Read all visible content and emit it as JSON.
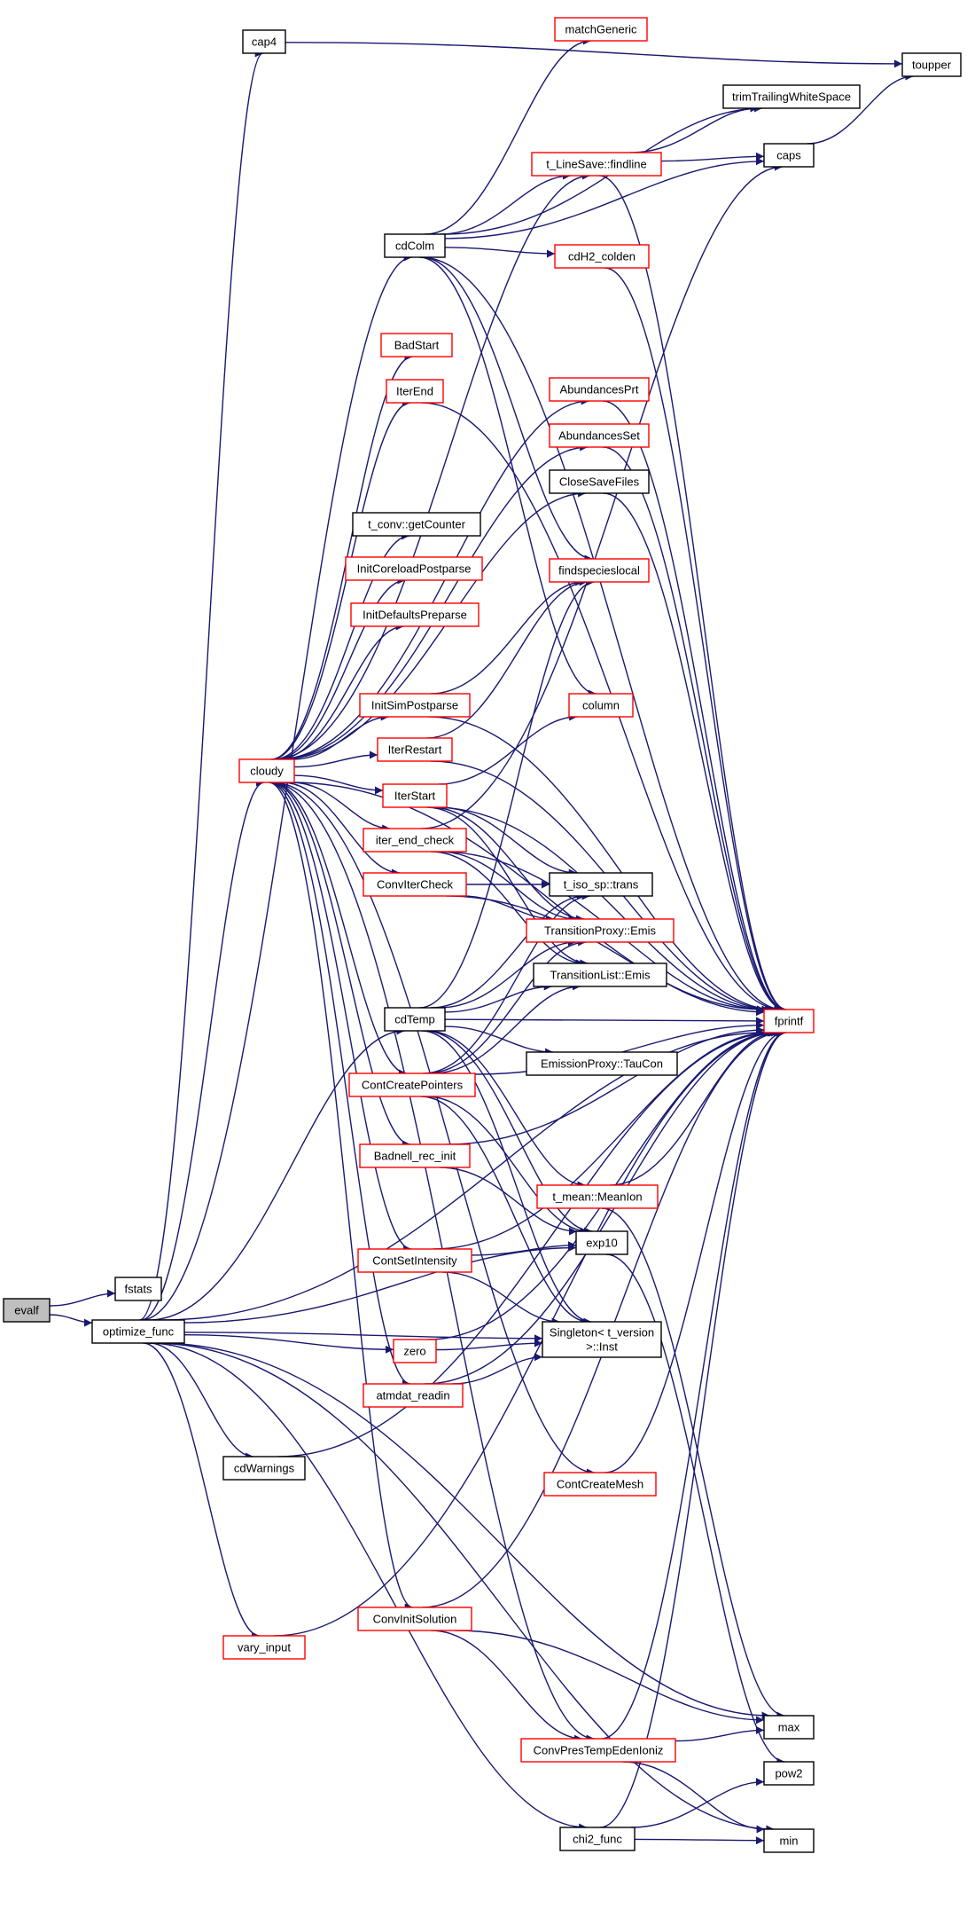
{
  "colors": {
    "edge": "#191970",
    "border_plain": "#000000",
    "border_link": "#ff0000",
    "root_fill": "#bfbfbf",
    "fill": "#ffffff"
  },
  "nodes": [
    {
      "id": "evalf",
      "label": "evalf",
      "style": "root"
    },
    {
      "id": "fstats",
      "label": "fstats",
      "style": "plain"
    },
    {
      "id": "optimize_func",
      "label": "optimize_func",
      "style": "plain"
    },
    {
      "id": "cap4",
      "label": "cap4",
      "style": "plain"
    },
    {
      "id": "toupper",
      "label": "toupper",
      "style": "plain"
    },
    {
      "id": "matchGeneric",
      "label": "matchGeneric",
      "style": "link"
    },
    {
      "id": "trimTrailingWhiteSpace",
      "label": "trimTrailingWhiteSpace",
      "style": "plain"
    },
    {
      "id": "findline",
      "label": "t_LineSave::findline",
      "style": "link"
    },
    {
      "id": "caps",
      "label": "caps",
      "style": "plain"
    },
    {
      "id": "cdColm",
      "label": "cdColm",
      "style": "plain"
    },
    {
      "id": "cdH2_colden",
      "label": "cdH2_colden",
      "style": "link"
    },
    {
      "id": "BadStart",
      "label": "BadStart",
      "style": "link"
    },
    {
      "id": "IterEnd",
      "label": "IterEnd",
      "style": "link"
    },
    {
      "id": "AbundancesPrt",
      "label": "AbundancesPrt",
      "style": "link"
    },
    {
      "id": "AbundancesSet",
      "label": "AbundancesSet",
      "style": "link"
    },
    {
      "id": "CloseSaveFiles",
      "label": "CloseSaveFiles",
      "style": "plain"
    },
    {
      "id": "getCounter",
      "label": "t_conv::getCounter",
      "style": "plain"
    },
    {
      "id": "InitCoreloadPostparse",
      "label": "InitCoreloadPostparse",
      "style": "link"
    },
    {
      "id": "findspecieslocal",
      "label": "findspecieslocal",
      "style": "link"
    },
    {
      "id": "InitDefaultsPreparse",
      "label": "InitDefaultsPreparse",
      "style": "link"
    },
    {
      "id": "InitSimPostparse",
      "label": "InitSimPostparse",
      "style": "link"
    },
    {
      "id": "column",
      "label": "column",
      "style": "link"
    },
    {
      "id": "IterRestart",
      "label": "IterRestart",
      "style": "link"
    },
    {
      "id": "cloudy",
      "label": "cloudy",
      "style": "link"
    },
    {
      "id": "IterStart",
      "label": "IterStart",
      "style": "link"
    },
    {
      "id": "iter_end_check",
      "label": "iter_end_check",
      "style": "link"
    },
    {
      "id": "trans",
      "label": "t_iso_sp::trans",
      "style": "plain"
    },
    {
      "id": "ConvIterCheck",
      "label": "ConvIterCheck",
      "style": "link"
    },
    {
      "id": "TPEmis",
      "label": "TransitionProxy::Emis",
      "style": "link"
    },
    {
      "id": "TLEmis",
      "label": "TransitionList::Emis",
      "style": "plain"
    },
    {
      "id": "cdTemp",
      "label": "cdTemp",
      "style": "plain"
    },
    {
      "id": "fprintf",
      "label": "fprintf",
      "style": "link"
    },
    {
      "id": "TauCon",
      "label": "EmissionProxy::TauCon",
      "style": "plain"
    },
    {
      "id": "ContCreatePointers",
      "label": "ContCreatePointers",
      "style": "link"
    },
    {
      "id": "Badnell_rec_init",
      "label": "Badnell_rec_init",
      "style": "link"
    },
    {
      "id": "MeanIon",
      "label": "t_mean::MeanIon",
      "style": "link"
    },
    {
      "id": "exp10",
      "label": "exp10",
      "style": "plain"
    },
    {
      "id": "ContSetIntensity",
      "label": "ContSetIntensity",
      "style": "link"
    },
    {
      "id": "Inst",
      "label": "Singleton< t_version\n>::Inst",
      "style": "plain"
    },
    {
      "id": "zero",
      "label": "zero",
      "style": "link"
    },
    {
      "id": "atmdat_readin",
      "label": "atmdat_readin",
      "style": "link"
    },
    {
      "id": "cdWarnings",
      "label": "cdWarnings",
      "style": "plain"
    },
    {
      "id": "ContCreateMesh",
      "label": "ContCreateMesh",
      "style": "link"
    },
    {
      "id": "ConvInitSolution",
      "label": "ConvInitSolution",
      "style": "link"
    },
    {
      "id": "vary_input",
      "label": "vary_input",
      "style": "link"
    },
    {
      "id": "max",
      "label": "max",
      "style": "plain"
    },
    {
      "id": "ConvPresTempEdenIoniz",
      "label": "ConvPresTempEdenIoniz",
      "style": "link"
    },
    {
      "id": "pow2",
      "label": "pow2",
      "style": "plain"
    },
    {
      "id": "chi2_func",
      "label": "chi2_func",
      "style": "plain"
    },
    {
      "id": "min",
      "label": "min",
      "style": "plain"
    }
  ],
  "edges": [
    [
      "evalf",
      "fstats"
    ],
    [
      "evalf",
      "optimize_func"
    ],
    [
      "optimize_func",
      "cap4"
    ],
    [
      "optimize_func",
      "cdColm"
    ],
    [
      "optimize_func",
      "cloudy"
    ],
    [
      "optimize_func",
      "cdTemp"
    ],
    [
      "optimize_func",
      "exp10"
    ],
    [
      "optimize_func",
      "Inst"
    ],
    [
      "optimize_func",
      "zero"
    ],
    [
      "optimize_func",
      "cdWarnings"
    ],
    [
      "optimize_func",
      "fprintf"
    ],
    [
      "optimize_func",
      "vary_input"
    ],
    [
      "optimize_func",
      "max"
    ],
    [
      "optimize_func",
      "chi2_func"
    ],
    [
      "optimize_func",
      "min"
    ],
    [
      "cap4",
      "toupper"
    ],
    [
      "caps",
      "toupper"
    ],
    [
      "cdColm",
      "matchGeneric"
    ],
    [
      "cdColm",
      "trimTrailingWhiteSpace"
    ],
    [
      "cdColm",
      "caps"
    ],
    [
      "cdColm",
      "findline"
    ],
    [
      "cdColm",
      "cdH2_colden"
    ],
    [
      "cdColm",
      "fprintf"
    ],
    [
      "cdColm",
      "findspecieslocal"
    ],
    [
      "cdColm",
      "column"
    ],
    [
      "findline",
      "trimTrailingWhiteSpace"
    ],
    [
      "findline",
      "caps"
    ],
    [
      "findline",
      "fprintf"
    ],
    [
      "cdH2_colden",
      "fprintf"
    ],
    [
      "cloudy",
      "BadStart"
    ],
    [
      "cloudy",
      "IterEnd"
    ],
    [
      "cloudy",
      "AbundancesPrt"
    ],
    [
      "cloudy",
      "AbundancesSet"
    ],
    [
      "cloudy",
      "getCounter"
    ],
    [
      "cloudy",
      "InitCoreloadPostparse"
    ],
    [
      "cloudy",
      "InitDefaultsPreparse"
    ],
    [
      "cloudy",
      "InitSimPostparse"
    ],
    [
      "cloudy",
      "IterRestart"
    ],
    [
      "cloudy",
      "IterStart"
    ],
    [
      "cloudy",
      "iter_end_check"
    ],
    [
      "cloudy",
      "ConvIterCheck"
    ],
    [
      "cloudy",
      "ContCreatePointers"
    ],
    [
      "cloudy",
      "Badnell_rec_init"
    ],
    [
      "cloudy",
      "ContSetIntensity"
    ],
    [
      "cloudy",
      "atmdat_readin"
    ],
    [
      "cloudy",
      "ContCreateMesh"
    ],
    [
      "cloudy",
      "ConvInitSolution"
    ],
    [
      "cloudy",
      "ConvPresTempEdenIoniz"
    ],
    [
      "cloudy",
      "fprintf"
    ],
    [
      "cloudy",
      "CloseSaveFiles"
    ],
    [
      "cloudy",
      "findline"
    ],
    [
      "IterEnd",
      "fprintf"
    ],
    [
      "AbundancesPrt",
      "fprintf"
    ],
    [
      "AbundancesSet",
      "fprintf"
    ],
    [
      "CloseSaveFiles",
      "fprintf"
    ],
    [
      "InitSimPostparse",
      "findspecieslocal"
    ],
    [
      "InitSimPostparse",
      "fprintf"
    ],
    [
      "IterRestart",
      "findspecieslocal"
    ],
    [
      "IterRestart",
      "fprintf"
    ],
    [
      "IterStart",
      "fprintf"
    ],
    [
      "IterStart",
      "column"
    ],
    [
      "IterStart",
      "trans"
    ],
    [
      "IterStart",
      "TPEmis"
    ],
    [
      "IterStart",
      "TLEmis"
    ],
    [
      "iter_end_check",
      "fprintf"
    ],
    [
      "iter_end_check",
      "caps"
    ],
    [
      "iter_end_check",
      "TPEmis"
    ],
    [
      "iter_end_check",
      "TLEmis"
    ],
    [
      "ConvIterCheck",
      "fprintf"
    ],
    [
      "ConvIterCheck",
      "trans"
    ],
    [
      "ConvIterCheck",
      "TPEmis"
    ],
    [
      "cdTemp",
      "findspecieslocal"
    ],
    [
      "cdTemp",
      "trans"
    ],
    [
      "cdTemp",
      "TPEmis"
    ],
    [
      "cdTemp",
      "TLEmis"
    ],
    [
      "cdTemp",
      "fprintf"
    ],
    [
      "cdTemp",
      "TauCon"
    ],
    [
      "cdTemp",
      "MeanIon"
    ],
    [
      "cdTemp",
      "exp10"
    ],
    [
      "cdTemp",
      "Inst"
    ],
    [
      "ContCreatePointers",
      "fprintf"
    ],
    [
      "ContCreatePointers",
      "trans"
    ],
    [
      "ContCreatePointers",
      "TPEmis"
    ],
    [
      "ContCreatePointers",
      "TLEmis"
    ],
    [
      "ContCreatePointers",
      "exp10"
    ],
    [
      "ContCreatePointers",
      "Inst"
    ],
    [
      "Badnell_rec_init",
      "fprintf"
    ],
    [
      "Badnell_rec_init",
      "exp10"
    ],
    [
      "MeanIon",
      "fprintf"
    ],
    [
      "MeanIon",
      "max"
    ],
    [
      "exp10",
      "pow2"
    ],
    [
      "ContSetIntensity",
      "exp10"
    ],
    [
      "ContSetIntensity",
      "Inst"
    ],
    [
      "ContSetIntensity",
      "fprintf"
    ],
    [
      "zero",
      "Inst"
    ],
    [
      "zero",
      "fprintf"
    ],
    [
      "atmdat_readin",
      "Inst"
    ],
    [
      "atmdat_readin",
      "fprintf"
    ],
    [
      "cdWarnings",
      "fprintf"
    ],
    [
      "ContCreateMesh",
      "fprintf"
    ],
    [
      "ConvInitSolution",
      "max"
    ],
    [
      "ConvInitSolution",
      "ConvPresTempEdenIoniz"
    ],
    [
      "ConvInitSolution",
      "fprintf"
    ],
    [
      "vary_input",
      "fprintf"
    ],
    [
      "ConvPresTempEdenIoniz",
      "max"
    ],
    [
      "ConvPresTempEdenIoniz",
      "min"
    ],
    [
      "ConvPresTempEdenIoniz",
      "fprintf"
    ],
    [
      "chi2_func",
      "pow2"
    ],
    [
      "chi2_func",
      "min"
    ],
    [
      "chi2_func",
      "fprintf"
    ]
  ]
}
